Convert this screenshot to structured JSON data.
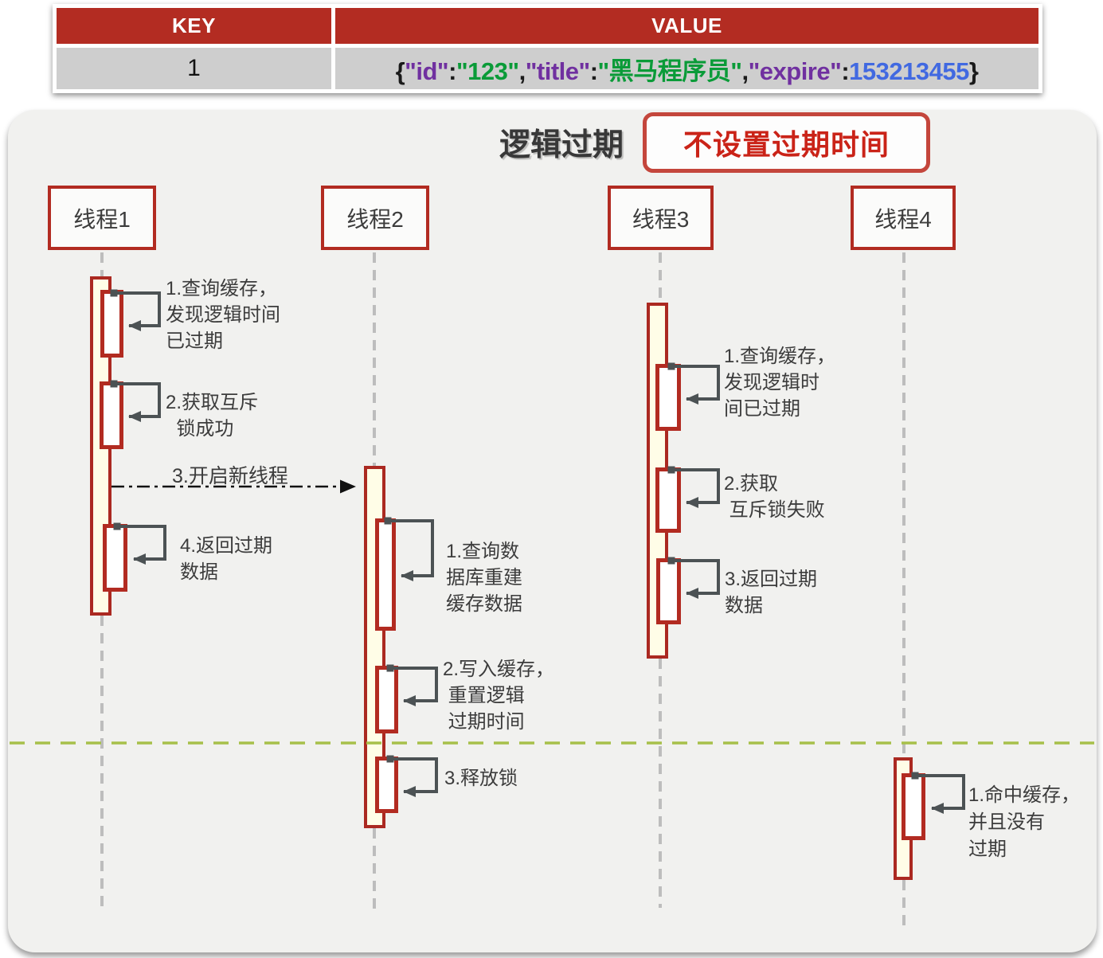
{
  "table": {
    "headers": [
      "KEY",
      "VALUE"
    ],
    "row": {
      "key": "1",
      "value_tokens": [
        {
          "text": "{",
          "color": "#1a1a1a"
        },
        {
          "text": "\"id\"",
          "color": "#7030a0"
        },
        {
          "text": ":",
          "color": "#1a1a1a"
        },
        {
          "text": "\"123\"",
          "color": "#0a9b38"
        },
        {
          "text": ",",
          "color": "#1a1a1a"
        },
        {
          "text": "\"title\"",
          "color": "#7030a0"
        },
        {
          "text": ":",
          "color": "#1a1a1a"
        },
        {
          "text": "\"黑马程序员\"",
          "color": "#0a9b38"
        },
        {
          "text": ",",
          "color": "#1a1a1a"
        },
        {
          "text": "\"expire\"",
          "color": "#7030a0"
        },
        {
          "text": ":",
          "color": "#1a1a1a"
        },
        {
          "text": "153213455",
          "color": "#4169e1"
        },
        {
          "text": "}",
          "color": "#1a1a1a"
        }
      ]
    }
  },
  "diagram": {
    "title": "逻辑过期",
    "badge": "不设置过期时间",
    "message": "3.开启新线程",
    "threads": [
      {
        "label": "线程1",
        "notes": [
          {
            "lines": [
              "1.查询缓存，",
              "发现逻辑时间",
              "已过期"
            ]
          },
          {
            "lines": [
              "2.获取互斥",
              "  锁成功"
            ]
          },
          {
            "lines": [
              "4.返回过期",
              "数据"
            ]
          }
        ]
      },
      {
        "label": "线程2",
        "notes": [
          {
            "lines": [
              "1.查询数",
              "据库重建",
              "缓存数据"
            ]
          },
          {
            "lines": [
              "2.写入缓存，",
              " 重置逻辑",
              " 过期时间"
            ]
          },
          {
            "lines": [
              "3.释放锁"
            ]
          }
        ]
      },
      {
        "label": "线程3",
        "notes": [
          {
            "lines": [
              "1.查询缓存，",
              "发现逻辑时",
              "间已过期"
            ]
          },
          {
            "lines": [
              "2.获取",
              " 互斥锁失败"
            ]
          },
          {
            "lines": [
              "3.返回过期",
              "数据"
            ]
          }
        ]
      },
      {
        "label": "线程4",
        "notes": [
          {
            "lines": [
              "1.命中缓存，",
              "并且没有",
              "过期"
            ]
          }
        ]
      }
    ]
  },
  "colors": {
    "accent_red": "#b22b21",
    "badge_border": "#c4463c",
    "badge_text": "#ca2318",
    "bar_fill": "#fffde7",
    "loop_stroke": "#4c5254",
    "lifeline_gray": "#bdbdbd",
    "divider_green": "#a7c04a",
    "table_header_bg": "#b32c22",
    "table_row_bg": "#cecece",
    "json_key": "#7030a0",
    "json_string": "#0a9b38",
    "json_number": "#4169e1"
  }
}
